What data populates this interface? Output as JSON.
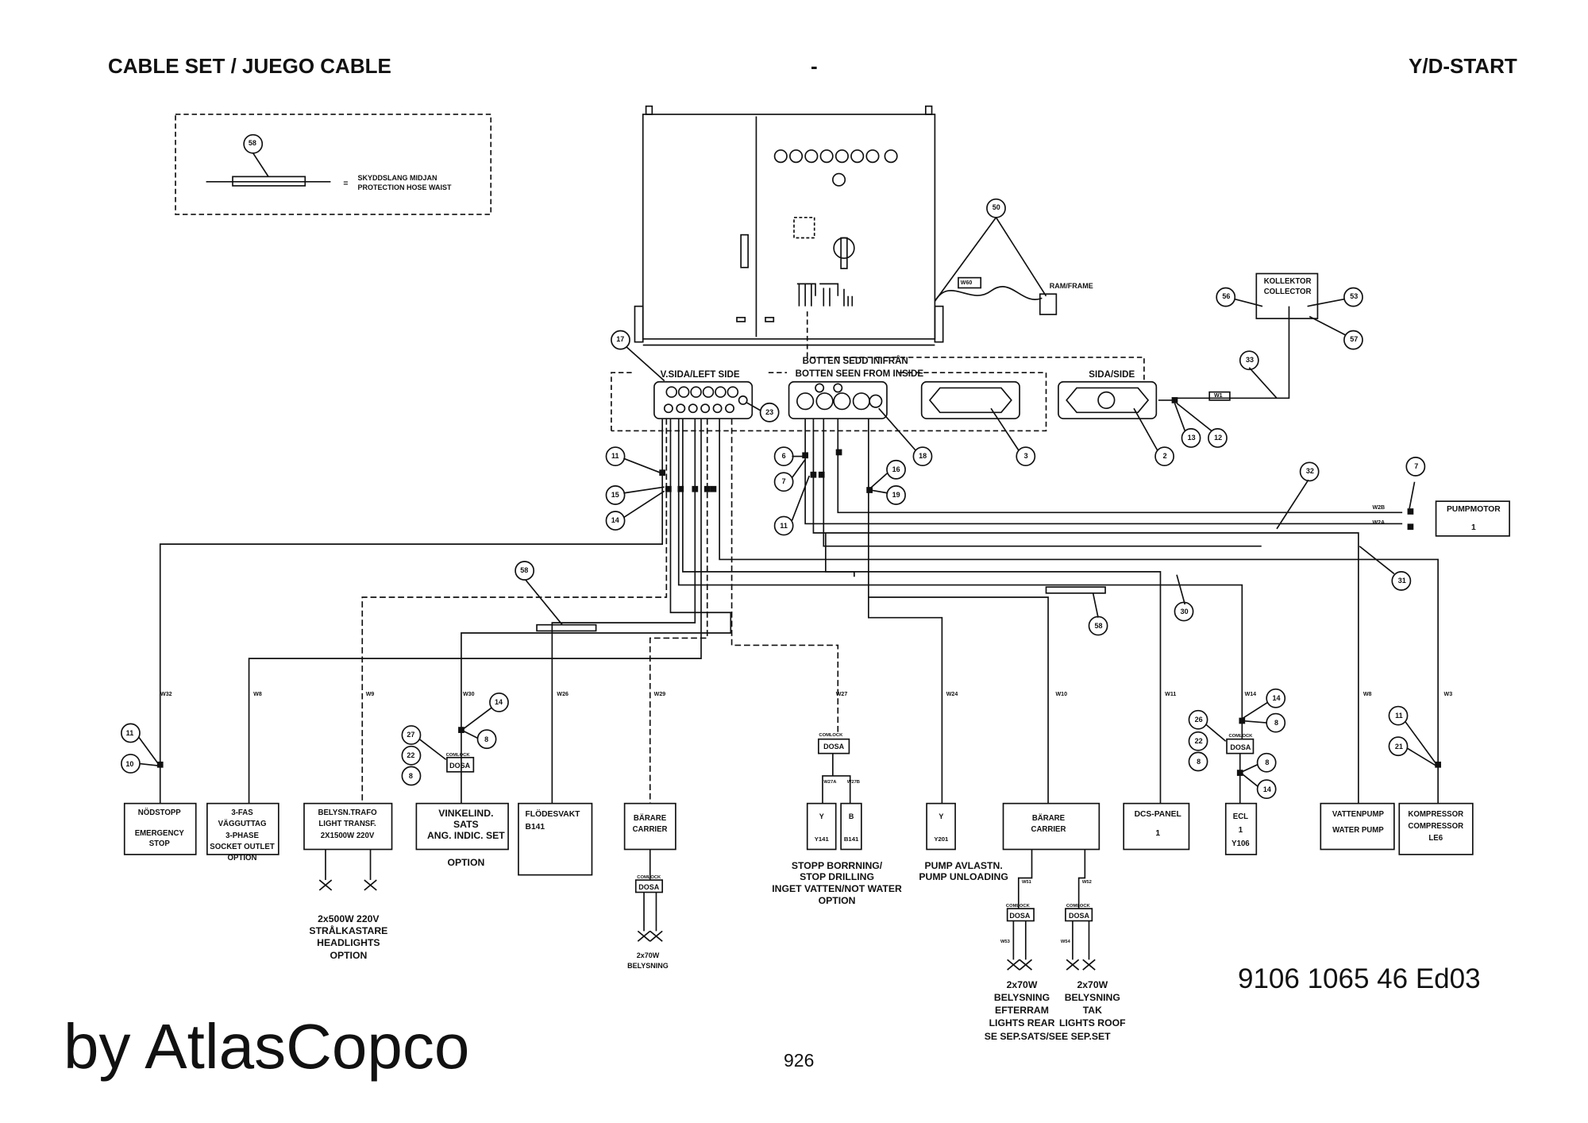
{
  "header": {
    "title_left": "CABLE SET / JUEGO CABLE",
    "title_center": "-",
    "title_right": "Y/D-START"
  },
  "legend": {
    "callout": "58",
    "eq": "=",
    "line1": "SKYDDSLANG MIDJAN",
    "line2": "PROTECTION HOSE WAIST"
  },
  "cabinet": {
    "frame_callout": "50",
    "frame_wire": "W60",
    "frame_label": "RAM/FRAME"
  },
  "collector": {
    "line1": "KOLLEKTOR",
    "line2": "COLLECTOR",
    "callouts": [
      "56",
      "53",
      "57",
      "33"
    ],
    "wire": "W1"
  },
  "glands": {
    "left_title": "V.SIDA/LEFT SIDE",
    "bottom_title1": "BOTTEN SEDD INIFRÅN",
    "bottom_title2": "BOTTEN SEEN FROM INSIDE",
    "side_title": "SIDA/SIDE",
    "callouts": {
      "c17": "17",
      "c23": "23",
      "c11a": "11",
      "c15": "15",
      "c14a": "14",
      "c6": "6",
      "c7a": "7",
      "c11b": "11",
      "c18": "18",
      "c3": "3",
      "c16": "16",
      "c19": "19",
      "c2": "2",
      "c13": "13",
      "c12": "12"
    }
  },
  "trunk": {
    "callouts": {
      "c32": "32",
      "c7": "7",
      "c31": "31",
      "c30": "30",
      "c58a": "58",
      "c58b": "58"
    },
    "pump_wire1": "W2B",
    "pump_wire2": "W2A"
  },
  "pumpmotor": {
    "line1": "PUMPMOTOR",
    "line2": "1"
  },
  "components": {
    "nodstopp": {
      "wire": "W32",
      "c11": "11",
      "c10": "10",
      "lines": [
        "NÖDSTOPP",
        "",
        "EMERGENCY",
        "STOP"
      ]
    },
    "fas3": {
      "wire": "W8",
      "lines": [
        "3-FAS",
        "VÄGGUTTAG",
        "3-PHASE",
        "SOCKET OUTLET",
        "OPTION"
      ]
    },
    "trafo": {
      "wire": "W9",
      "lines": [
        "BELYSN.TRAFO",
        "LIGHT TRANSF.",
        "2X1500W 220V"
      ],
      "below": [
        "2x500W 220V",
        "STRÅLKASTARE",
        "HEADLIGHTS",
        "OPTION"
      ]
    },
    "vinkel": {
      "wire": "W30",
      "c14": "14",
      "c8": "8",
      "c27": "27",
      "c22": "22",
      "c8b": "8",
      "box_small": "COMLOCK",
      "box": "DOSA",
      "lines": [
        "VINKELIND.",
        "SATS",
        "ANG. INDIC. SET"
      ],
      "option": "OPTION"
    },
    "flodesvakt": {
      "wire": "W26",
      "lines": [
        "FLÖDESVAKT",
        "B141"
      ]
    },
    "barare1": {
      "wire": "W29",
      "lines": [
        "BÄRARE",
        "CARRIER"
      ],
      "box_small": "COMLOCK",
      "box": "DOSA",
      "below": [
        "2x70W",
        "BELYSNING"
      ]
    },
    "stopp": {
      "wire": "W27",
      "box_small": "COMLOCK",
      "box": "DOSA",
      "wire_a": "W27A",
      "wire_b": "W27B",
      "y1_top": "Y",
      "y1_code": "Y141",
      "y2_top": "B",
      "y2_code": "B141",
      "below": [
        "STOPP BORRNING/",
        "STOP DRILLING",
        "INGET VATTEN/NOT WATER",
        "OPTION"
      ]
    },
    "pumpavl": {
      "wire": "W24",
      "top": "Y",
      "code": "Y201",
      "below": [
        "PUMP AVLASTN.",
        "PUMP UNLOADING"
      ]
    },
    "barare2": {
      "wire": "W10",
      "lines": [
        "BÄRARE",
        "CARRIER"
      ],
      "wire_a": "W51",
      "wire_b": "W52",
      "box_small": "COMLOCK",
      "box": "DOSA",
      "wire_c": "W53",
      "wire_d": "W54",
      "below_left": [
        "2x70W",
        "BELYSNING",
        "EFTERRAM",
        "LIGHTS REAR"
      ],
      "below_right": [
        "2x70W",
        "BELYSNING",
        "TAK",
        "LIGHTS ROOF"
      ],
      "below_last": "SE SEP.SATS/SEE SEP.SET"
    },
    "dcs": {
      "wire": "W11",
      "lines": [
        "DCS-PANEL",
        "1"
      ]
    },
    "ecl": {
      "wire": "W14",
      "c14": "14",
      "c8": "8",
      "c26": "26",
      "c22": "22",
      "c8b": "8",
      "c8c": "8",
      "c14b": "14",
      "box_small": "COMLOCK",
      "box": "DOSA",
      "lines": [
        "ECL",
        "1",
        "Y106"
      ]
    },
    "vattenpump": {
      "wire": "W8",
      "lines": [
        "VATTENPUMP",
        "WATER PUMP"
      ]
    },
    "kompressor": {
      "wire": "W3",
      "c11": "11",
      "c21": "21",
      "lines": [
        "KOMPRESSOR",
        "COMPRESSOR",
        "LE6"
      ]
    }
  },
  "footer": {
    "docno": "9106 1065 46  Ed03",
    "brand": "by AtlasCopco",
    "page": "926"
  }
}
